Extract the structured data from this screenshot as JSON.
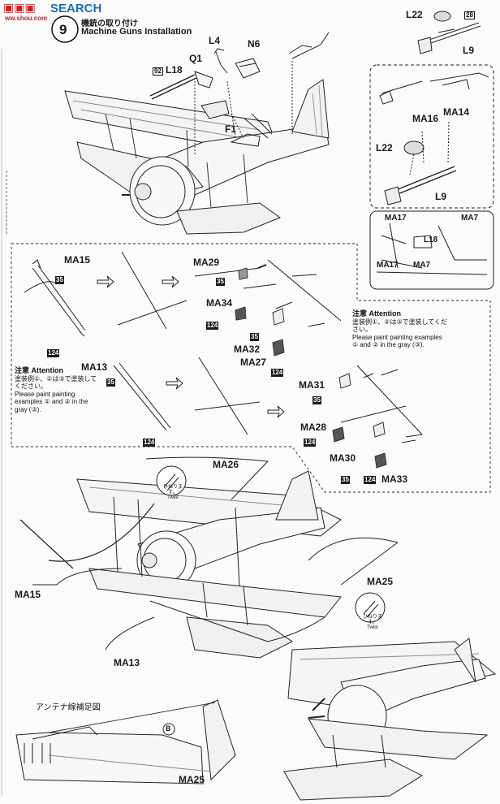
{
  "watermark": {
    "logo": "SEARCH",
    "url": "ww.shou.com"
  },
  "step": {
    "number": "9",
    "title_jp": "機銃の取り付け",
    "title_en": "Machine Guns Installation"
  },
  "parts": {
    "l4": "L4",
    "n6": "N6",
    "q1": "Q1",
    "l18_top": "L18",
    "f1": "F1",
    "l22_top": "L22",
    "l9_top": "L9",
    "ma16": "MA16",
    "ma14": "MA14",
    "l22_mid": "L22",
    "l9_mid": "L9",
    "ma17_a": "MA17",
    "ma7_a": "MA7",
    "l18_det": "L18",
    "ma17_b": "MA17",
    "ma7_b": "MA7",
    "ma15": "MA15",
    "ma29": "MA29",
    "ma34": "MA34",
    "ma32": "MA32",
    "ma27": "MA27",
    "ma13": "MA13",
    "ma31": "MA31",
    "ma28": "MA28",
    "ma30": "MA30",
    "ma33": "MA33",
    "ma26": "MA26",
    "ma15_main": "MA15",
    "ma13_main": "MA13",
    "ma25": "MA25",
    "ma25_bottom": "MA25"
  },
  "paint": {
    "c92": "92",
    "c28": "28",
    "c35_a": "35",
    "c124_a": "124",
    "c35_ma29": "35",
    "c124_ma34": "124",
    "c35_ma32": "35",
    "c124_ma27": "124",
    "c35_b": "35",
    "c124_b": "124",
    "c35_ma31": "35",
    "c124_ma28": "124",
    "c35_ma33": "35",
    "c124_ma33": "124"
  },
  "notes": {
    "left": {
      "title": "注意 Attention",
      "jp": "塗装例①、②は③で塗装してください。",
      "en": "Please paint painting examples ① and ② in the gray (③)."
    },
    "right": {
      "title": "注意 Attention",
      "jp": "塗装例①、②は③で塗装してください。",
      "en": "Please paint painting examples ① and ② in the gray (③)."
    }
  },
  "twist": [
    {
      "jp": "ひねります。",
      "en": "Twist"
    },
    {
      "jp": "ひねります。",
      "en": "Twist"
    }
  ],
  "antenna": {
    "title": "アンテナ線補足図",
    "marker": "B"
  }
}
